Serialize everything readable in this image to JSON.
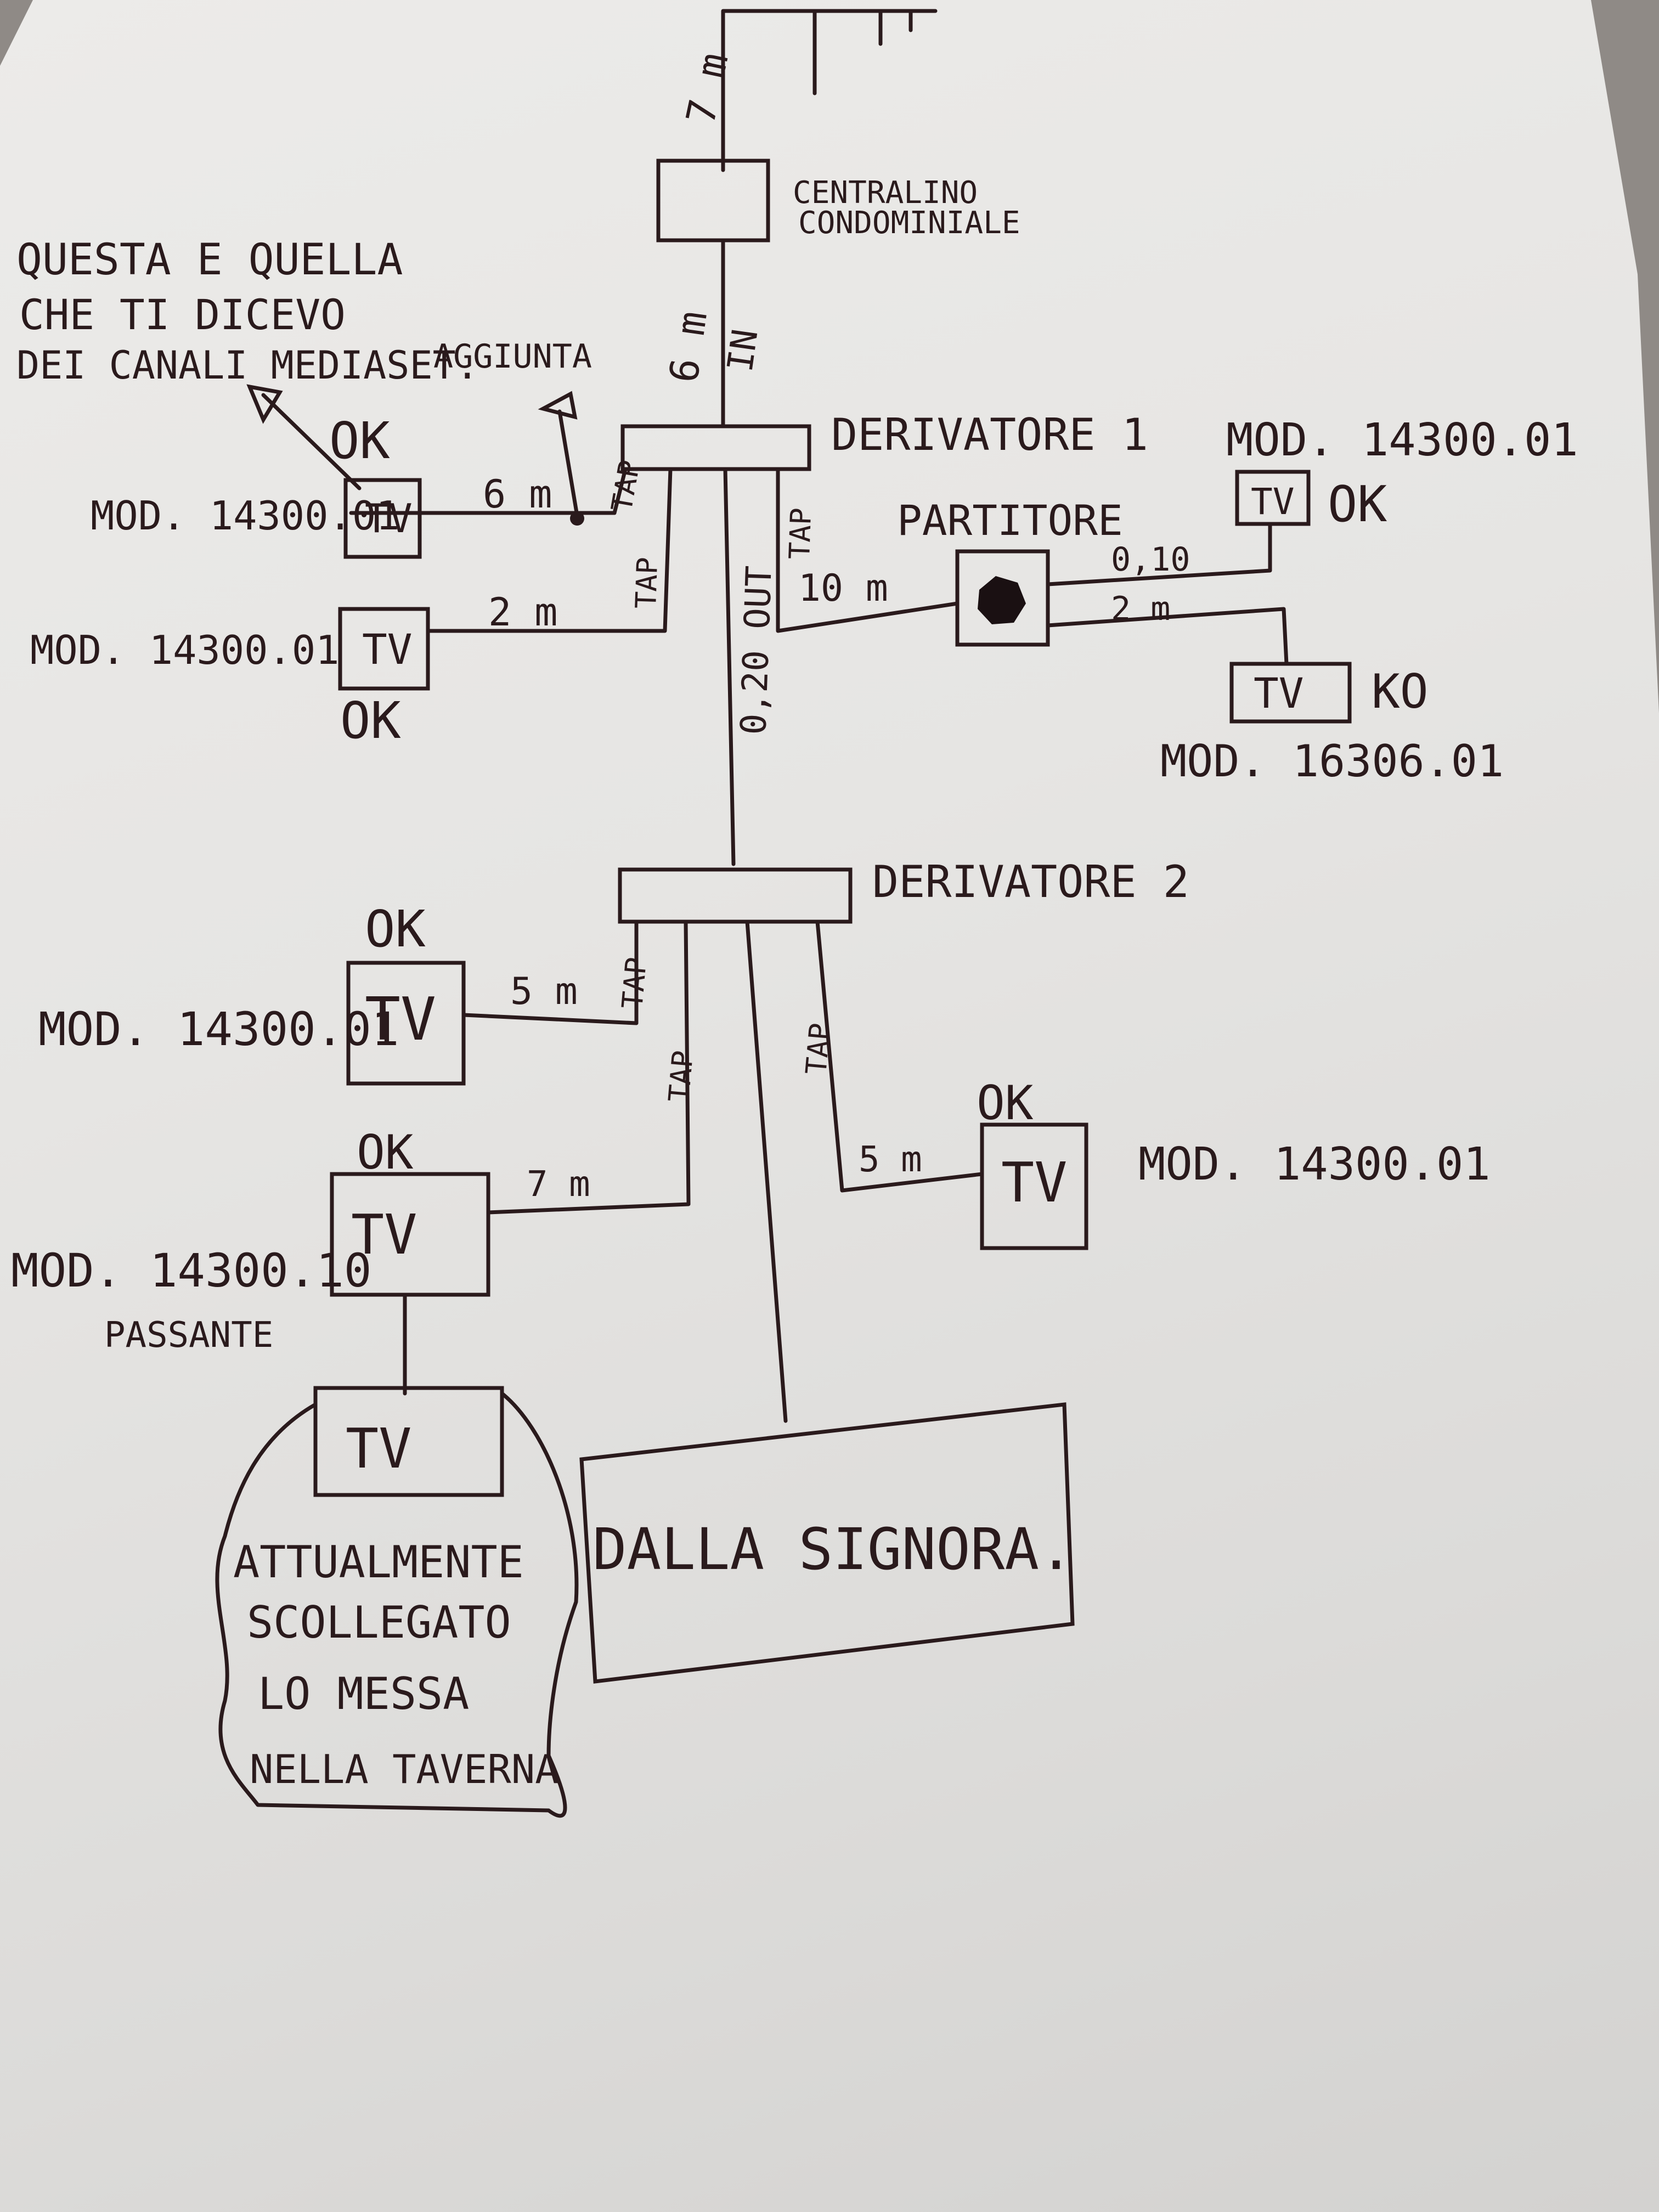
{
  "antenna": {
    "cable_length": "7 m"
  },
  "centralino": {
    "line1": "CENTRALINO",
    "line2": "CONDOMINIALE",
    "cable_length": "6 m",
    "in_label": "IN"
  },
  "note": {
    "line1": "QUESTA E QUELLA",
    "line2": "CHE TI DICEVO",
    "line3": "DEI CANALI MEDIASET.",
    "aggiunta": "AGGIUNTA"
  },
  "derivatore1": {
    "label": "DERIVATORE 1",
    "out_label": "0,20 OUT",
    "tap_labels": [
      "TAP",
      "TAP",
      "TAP"
    ],
    "tv_top_left": {
      "model": "MOD. 14300.01",
      "status": "OK",
      "label": "TV",
      "cable": "6 m"
    },
    "tv_mid_left": {
      "model": "MOD. 14300.01",
      "status": "OK",
      "label": "TV",
      "cable": "2 m"
    }
  },
  "partitore": {
    "label": "PARTITORE",
    "cable_in": "10 m",
    "cable_out_top": "0,10",
    "cable_out_bottom": "2 m",
    "tv_top": {
      "model": "MOD. 14300.01",
      "status": "OK",
      "label": "TV"
    },
    "tv_bottom": {
      "model": "MOD. 16306.01",
      "status": "KO",
      "label": "TV"
    }
  },
  "derivatore2": {
    "label": "DERIVATORE 2",
    "tap_labels": [
      "TAP",
      "TAP",
      "TAP"
    ],
    "tv_left1": {
      "model": "MOD. 14300.01",
      "status": "OK",
      "label": "TV",
      "cable": "5 m"
    },
    "tv_left2": {
      "model": "MOD. 14300.10",
      "status": "OK",
      "label": "TV",
      "cable": "7 m",
      "extra": "PASSANTE"
    },
    "tv_right": {
      "model": "MOD. 14300.01",
      "status": "OK",
      "label": "TV",
      "cable": "5 m"
    }
  },
  "taverna": {
    "tv_label": "TV",
    "line1": "ATTUALMENTE",
    "line2": "SCOLLEGATO",
    "line3": "LO MESSA",
    "line4": "NELLA TAVERNA"
  },
  "signora": {
    "label": "DALLA SIGNORA."
  }
}
